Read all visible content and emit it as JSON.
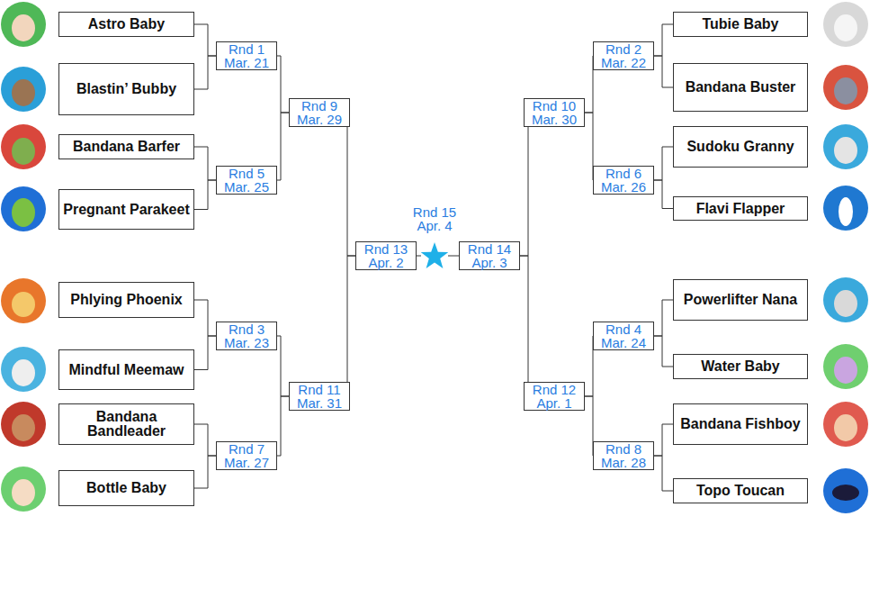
{
  "diagram": {
    "nodes": [
      {
        "text": [
          "Astro Baby"
        ]
      },
      {
        "text": [
          "Blastin’ Bubby"
        ]
      },
      {
        "text": [
          "Bandana Barfer"
        ]
      },
      {
        "text": [
          "Pregnant Parakeet"
        ]
      },
      {
        "text": [
          "Phlying Phoenix"
        ]
      },
      {
        "text": [
          "Mindful Meemaw"
        ]
      },
      {
        "text": [
          "Bandana Bandleader"
        ]
      },
      {
        "text": [
          "Bottle Baby"
        ]
      },
      {
        "text": [
          "Tubie Baby"
        ]
      },
      {
        "text": [
          "Bandana Buster"
        ]
      },
      {
        "text": [
          "Sudoku Granny"
        ]
      },
      {
        "text": [
          "Flavi Flapper"
        ]
      },
      {
        "text": [
          "Powerlifter Nana"
        ]
      },
      {
        "text": [
          "Water Baby"
        ]
      },
      {
        "text": [
          "Bandana Fishboy"
        ]
      },
      {
        "text": [
          "Topo Toucan"
        ]
      },
      {
        "text": [
          "Rnd 1",
          "Mar. 21"
        ]
      },
      {
        "text": [
          "Rnd 2",
          "Mar. 22"
        ]
      },
      {
        "text": [
          "Rnd 3",
          "Mar. 23"
        ]
      },
      {
        "text": [
          "Rnd 4",
          "Mar. 24"
        ]
      },
      {
        "text": [
          "Rnd 5",
          "Mar. 25"
        ]
      },
      {
        "text": [
          "Rnd 6",
          "Mar. 26"
        ]
      },
      {
        "text": [
          "Rnd 7",
          "Mar. 27"
        ]
      },
      {
        "text": [
          "Rnd 8",
          "Mar. 28"
        ]
      },
      {
        "text": [
          "Rnd 9",
          "Mar. 29"
        ]
      },
      {
        "text": [
          "Rnd 10",
          "Mar. 30"
        ]
      },
      {
        "text": [
          "Rnd 11",
          "Mar. 31"
        ]
      },
      {
        "text": [
          "Rnd 12",
          "Apr. 1"
        ]
      },
      {
        "text": [
          "Rnd 13",
          "Apr. 2"
        ]
      },
      {
        "text": [
          "Rnd 14",
          "Apr. 3"
        ]
      },
      {
        "text": [
          "Rnd 15",
          "Apr. 4"
        ]
      }
    ],
    "edges": [
      {
        "from": 0,
        "to": 16,
        "arrow": "none"
      },
      {
        "from": 1,
        "to": 16,
        "arrow": "none"
      },
      {
        "from": 2,
        "to": 20,
        "arrow": "none"
      },
      {
        "from": 3,
        "to": 20,
        "arrow": "none"
      },
      {
        "from": 4,
        "to": 18,
        "arrow": "none"
      },
      {
        "from": 5,
        "to": 18,
        "arrow": "none"
      },
      {
        "from": 6,
        "to": 22,
        "arrow": "none"
      },
      {
        "from": 7,
        "to": 22,
        "arrow": "none"
      },
      {
        "from": 8,
        "to": 17,
        "arrow": "none"
      },
      {
        "from": 9,
        "to": 17,
        "arrow": "none"
      },
      {
        "from": 10,
        "to": 21,
        "arrow": "none"
      },
      {
        "from": 11,
        "to": 21,
        "arrow": "none"
      },
      {
        "from": 12,
        "to": 19,
        "arrow": "none"
      },
      {
        "from": 13,
        "to": 19,
        "arrow": "none"
      },
      {
        "from": 14,
        "to": 23,
        "arrow": "none"
      },
      {
        "from": 15,
        "to": 23,
        "arrow": "none"
      },
      {
        "from": 16,
        "to": 24,
        "arrow": "none"
      },
      {
        "from": 20,
        "to": 24,
        "arrow": "none"
      },
      {
        "from": 18,
        "to": 26,
        "arrow": "none"
      },
      {
        "from": 22,
        "to": 26,
        "arrow": "none"
      },
      {
        "from": 17,
        "to": 25,
        "arrow": "none"
      },
      {
        "from": 21,
        "to": 25,
        "arrow": "none"
      },
      {
        "from": 19,
        "to": 27,
        "arrow": "none"
      },
      {
        "from": 23,
        "to": 27,
        "arrow": "none"
      },
      {
        "from": 24,
        "to": 28,
        "arrow": "none"
      },
      {
        "from": 26,
        "to": 28,
        "arrow": "none"
      },
      {
        "from": 25,
        "to": 29,
        "arrow": "none"
      },
      {
        "from": 27,
        "to": 29,
        "arrow": "none"
      },
      {
        "from": 28,
        "to": 30,
        "arrow": "none"
      },
      {
        "from": 29,
        "to": 30,
        "arrow": "none"
      }
    ]
  }
}
